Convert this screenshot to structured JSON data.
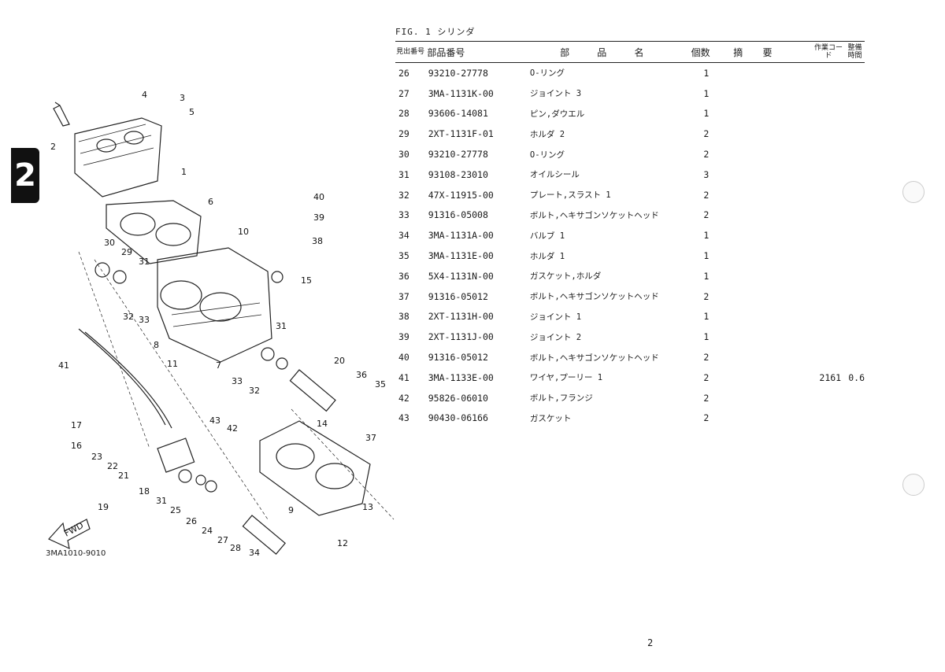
{
  "section_tab": "2",
  "figure": {
    "title": "FIG. 1 シリンダ",
    "drawing_code": "3MA1010-9010",
    "fwd_label": "FWD"
  },
  "table": {
    "headers": {
      "ref_no": "見出番号",
      "part_no": "部品番号",
      "part_name": "部 品 名",
      "qty": "個数",
      "remarks": "摘 要",
      "work_code": "作業コード",
      "labor_time": "整備時間"
    },
    "rows": [
      {
        "no": "26",
        "part": "93210-27778",
        "name": "O-リング",
        "qty": "1",
        "code": "",
        "time": ""
      },
      {
        "no": "27",
        "part": "3MA-1131K-00",
        "name": "ジョイント 3",
        "qty": "1",
        "code": "",
        "time": ""
      },
      {
        "no": "28",
        "part": "93606-14081",
        "name": "ピン,ダウエル",
        "qty": "1",
        "code": "",
        "time": ""
      },
      {
        "no": "29",
        "part": "2XT-1131F-01",
        "name": "ホルダ 2",
        "qty": "2",
        "code": "",
        "time": ""
      },
      {
        "no": "30",
        "part": "93210-27778",
        "name": "O-リング",
        "qty": "2",
        "code": "",
        "time": ""
      },
      {
        "no": "31",
        "part": "93108-23010",
        "name": "オイルシール",
        "qty": "3",
        "code": "",
        "time": ""
      },
      {
        "no": "32",
        "part": "47X-11915-00",
        "name": "プレート,スラスト 1",
        "qty": "2",
        "code": "",
        "time": ""
      },
      {
        "no": "33",
        "part": "91316-05008",
        "name": "ボルト,ヘキサゴンソケットヘッド",
        "qty": "2",
        "code": "",
        "time": ""
      },
      {
        "no": "34",
        "part": "3MA-1131A-00",
        "name": "バルブ 1",
        "qty": "1",
        "code": "",
        "time": ""
      },
      {
        "no": "35",
        "part": "3MA-1131E-00",
        "name": "ホルダ 1",
        "qty": "1",
        "code": "",
        "time": ""
      },
      {
        "no": "36",
        "part": "5X4-1131N-00",
        "name": "ガスケット,ホルダ",
        "qty": "1",
        "code": "",
        "time": ""
      },
      {
        "no": "37",
        "part": "91316-05012",
        "name": "ボルト,ヘキサゴンソケットヘッド",
        "qty": "2",
        "code": "",
        "time": ""
      },
      {
        "no": "38",
        "part": "2XT-1131H-00",
        "name": "ジョイント 1",
        "qty": "1",
        "code": "",
        "time": ""
      },
      {
        "no": "39",
        "part": "2XT-1131J-00",
        "name": "ジョイント 2",
        "qty": "1",
        "code": "",
        "time": ""
      },
      {
        "no": "40",
        "part": "91316-05012",
        "name": "ボルト,ヘキサゴンソケットヘッド",
        "qty": "2",
        "code": "",
        "time": ""
      },
      {
        "no": "41",
        "part": "3MA-1133E-00",
        "name": "ワイヤ,プーリー 1",
        "qty": "2",
        "code": "2161",
        "time": "0.6"
      },
      {
        "no": "42",
        "part": "95826-06010",
        "name": "ボルト,フランジ",
        "qty": "2",
        "code": "",
        "time": ""
      },
      {
        "no": "43",
        "part": "90430-06166",
        "name": "ガスケット",
        "qty": "2",
        "code": "",
        "time": ""
      }
    ]
  },
  "callouts": [
    "1",
    "2",
    "3",
    "4",
    "5",
    "6",
    "7",
    "8",
    "9",
    "10",
    "11",
    "12",
    "13",
    "14",
    "15",
    "16",
    "17",
    "18",
    "19",
    "20",
    "21",
    "22",
    "23",
    "24",
    "25",
    "26",
    "27",
    "28",
    "29",
    "30",
    "31",
    "31",
    "31",
    "32",
    "32",
    "33",
    "33",
    "34",
    "35",
    "36",
    "37",
    "38",
    "39",
    "40",
    "41",
    "42",
    "43"
  ],
  "page_number": "2"
}
